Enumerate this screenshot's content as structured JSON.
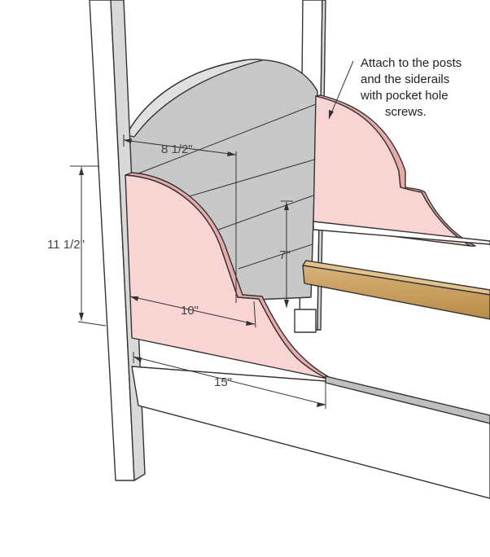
{
  "annotation": {
    "lines": [
      "Attach to the posts",
      "and the siderails",
      "with pocket hole",
      "screws."
    ]
  },
  "dimensions": {
    "width_top": "8 1/2\"",
    "height_left": "11 1/2\"",
    "height_inner": "7\"",
    "width_notch": "10\"",
    "width_bottom": "15\""
  },
  "colors": {
    "panel_pink": "#f8d4d2",
    "edge_pink": "#e8aaaa",
    "back_gray": "#c8c8c8",
    "back_gray_top": "#d9d9d9",
    "slat_wood": "#c8a060",
    "post_white": "#ffffff"
  }
}
